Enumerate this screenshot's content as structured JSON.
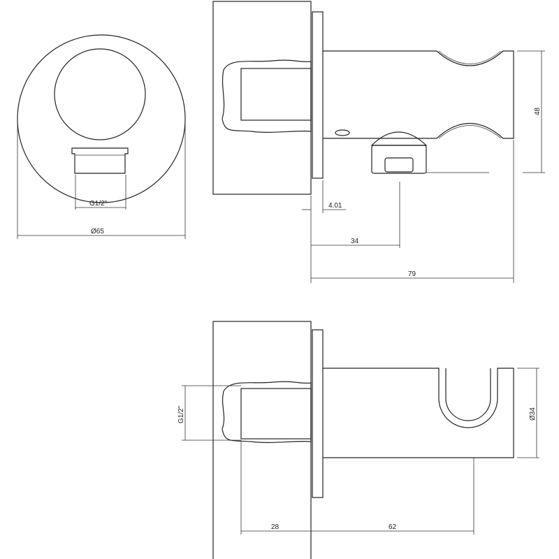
{
  "drawing": {
    "front_view": {
      "thread_label": "G1/2\"",
      "diameter_label": "Ø65"
    },
    "side_view_top": {
      "flange_label": "4.01",
      "outlet_offset_label": "34",
      "total_depth_label": "79",
      "height_label": "48"
    },
    "side_view_bottom": {
      "thread_label": "G1/2\"",
      "holder_diameter_label": "Ø34",
      "wall_depth_label": "28",
      "holder_offset_label": "62"
    },
    "colors": {
      "line": "#222222",
      "background": "#ffffff"
    }
  }
}
